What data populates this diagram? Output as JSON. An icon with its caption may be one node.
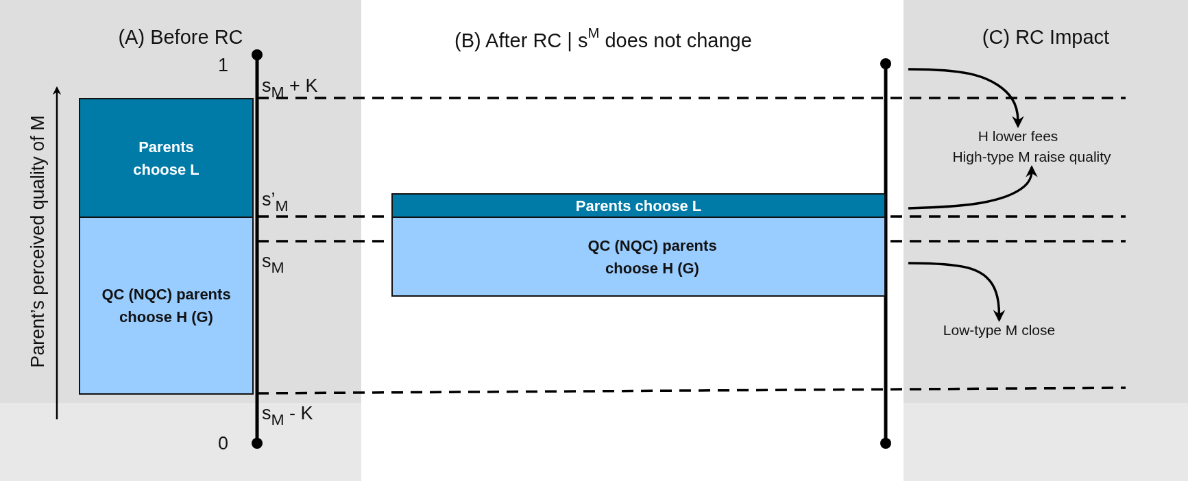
{
  "diagram": {
    "nodes": [
      {
        "text": [
          "(A) Before RC"
        ]
      },
      {
        "text": [
          "Parents choose L"
        ],
        "in": 0
      },
      {
        "text": [
          "QC (NQC) parents choose H (G)"
        ],
        "in": 0
      },
      {
        "text": [
          "Parents choose L"
        ]
      },
      {
        "text": [
          "QC (NQC) parents choose H (G)"
        ]
      },
      {
        "text": [
          "(C) RC Impact"
        ]
      },
      {
        "text": [
          "H lower fees"
        ],
        "in": 5
      },
      {
        "text": [
          "High-type M raise quality"
        ],
        "in": 5
      },
      {
        "text": [
          "Low-type M close"
        ],
        "in": 5
      }
    ],
    "edges": [
      {
        "from": null,
        "to": 6,
        "arrow": "to"
      },
      {
        "from": null,
        "to": 7,
        "arrow": "to"
      },
      {
        "from": null,
        "to": 8,
        "arrow": "to"
      }
    ],
    "labels": [
      "(B) After RC | s$^{M}$ does not change",
      "1",
      "s$_{M}$ + K",
      "s’$_{M}$",
      "s$_{M}$",
      "s$_{M}$ - K",
      "0",
      "Parent’s perceived quality of M"
    ]
  }
}
